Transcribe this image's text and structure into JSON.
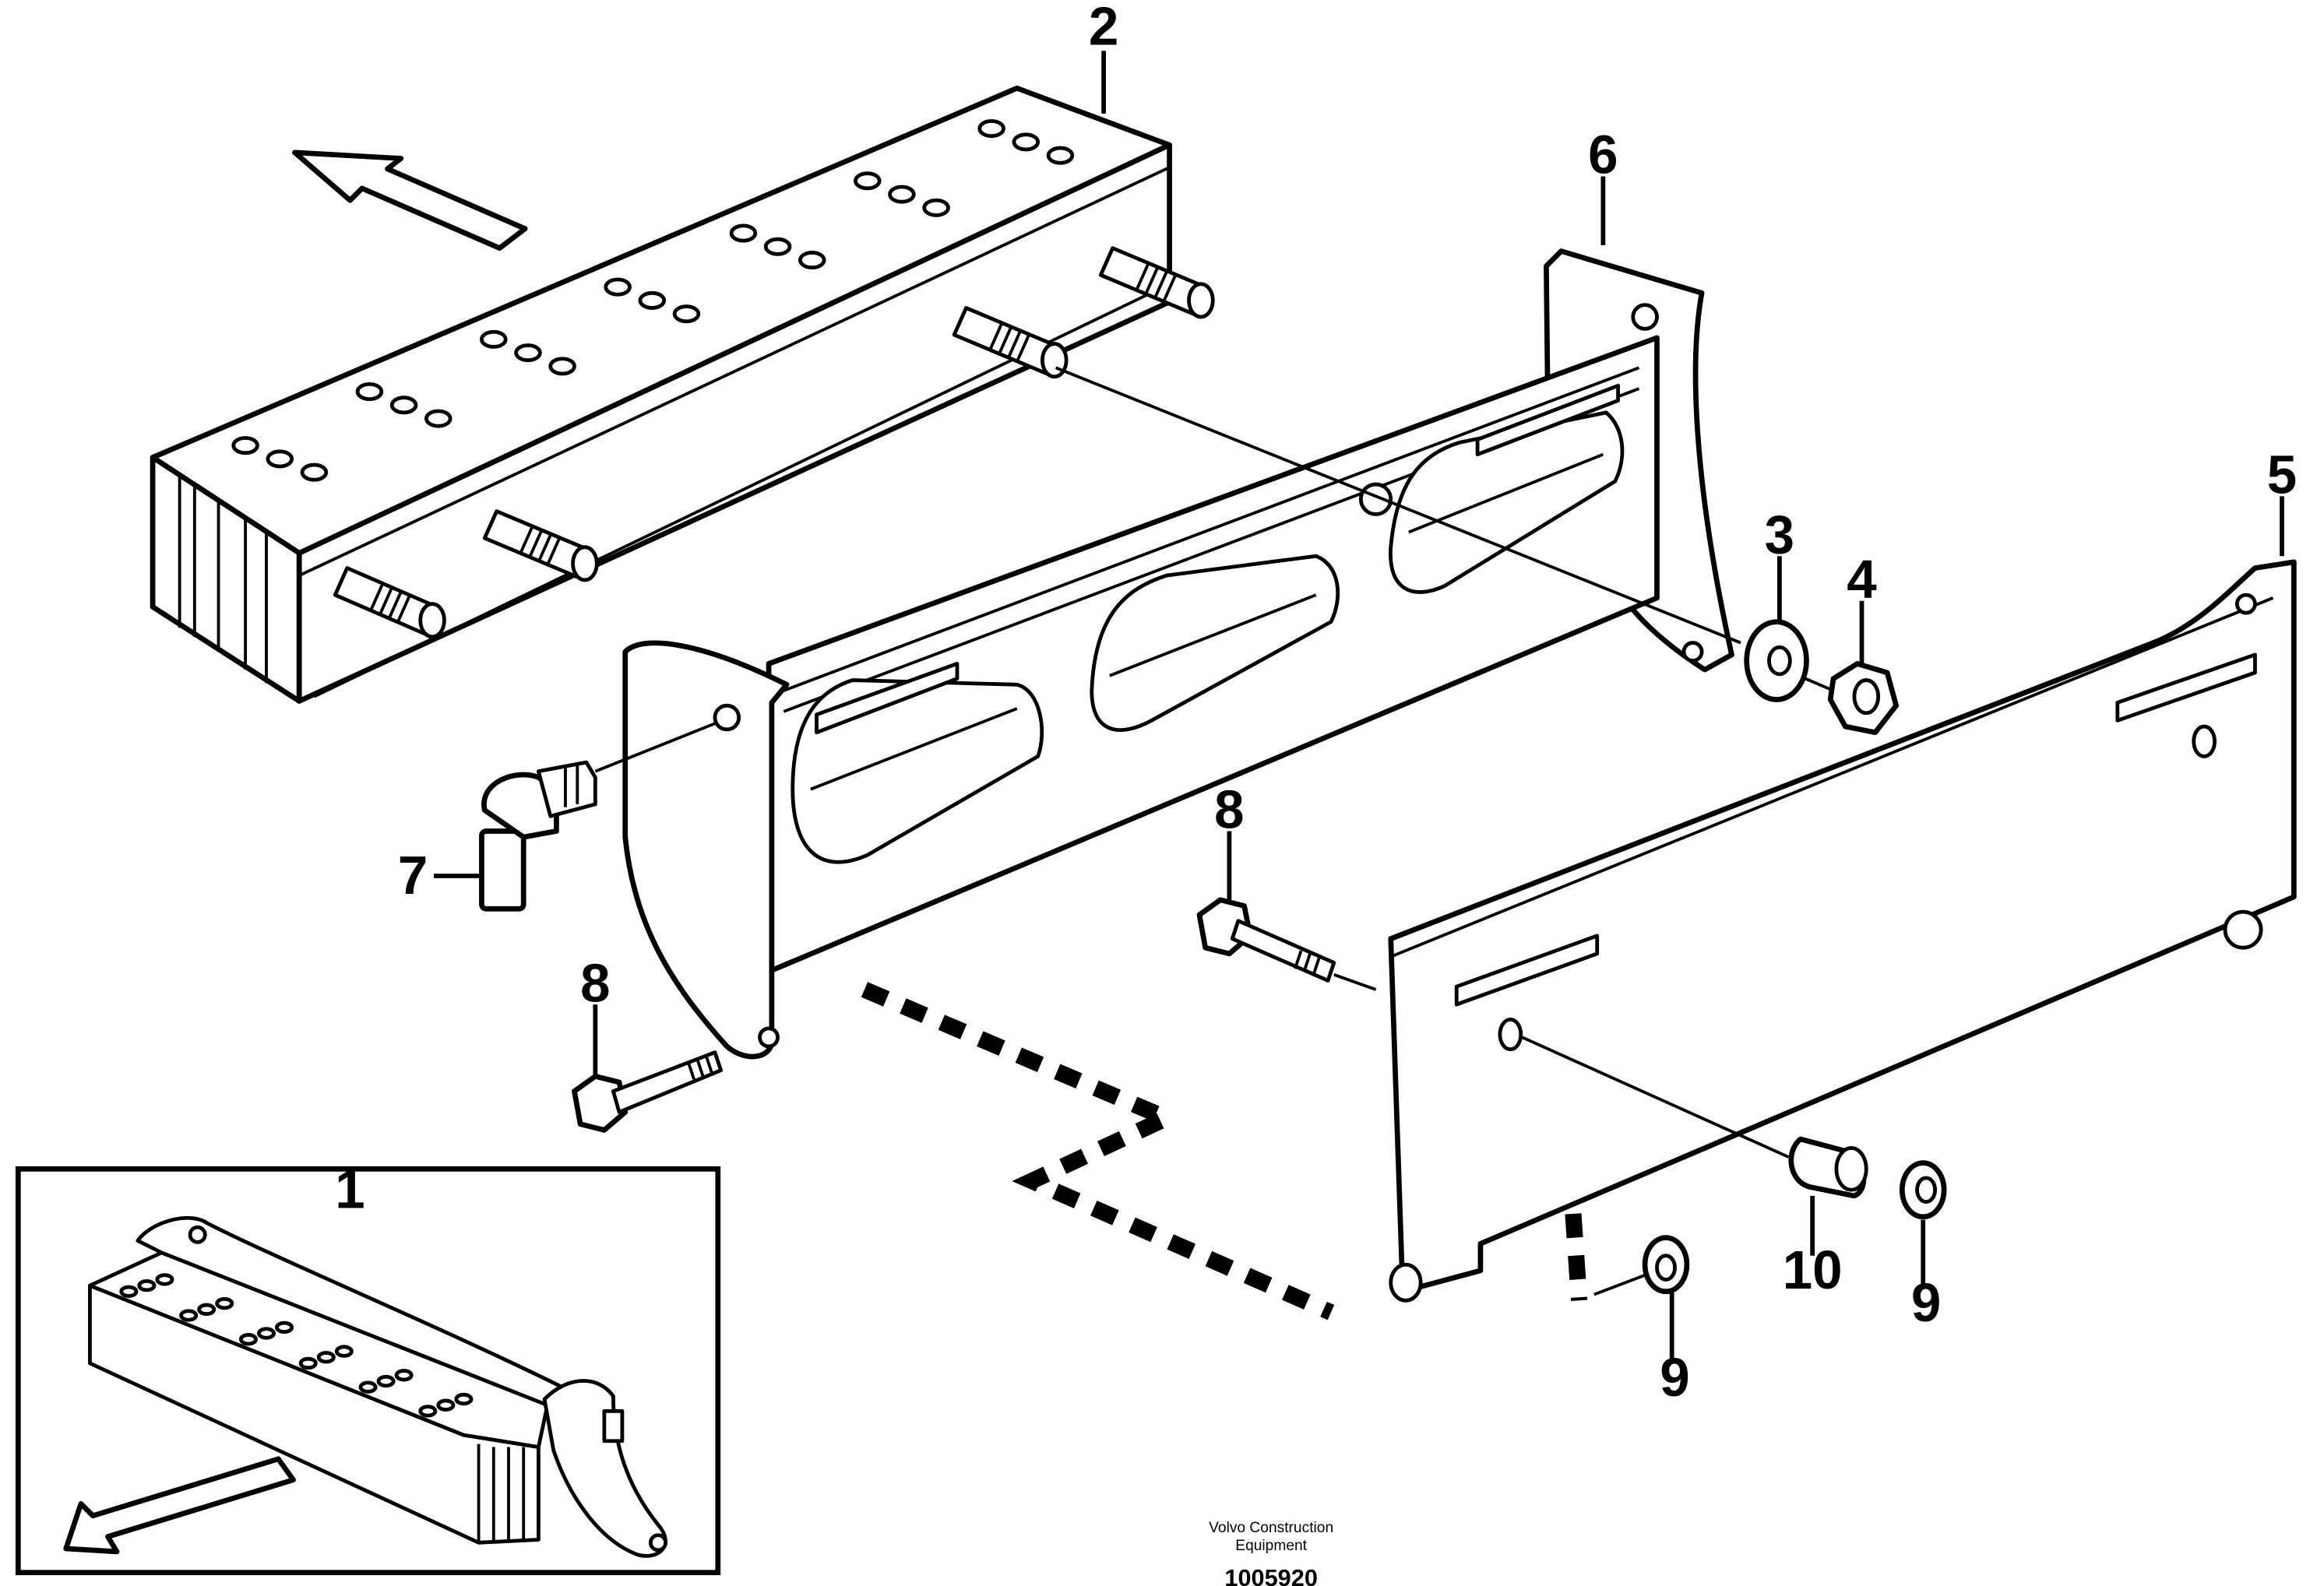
{
  "callouts": {
    "c1": "1",
    "c2": "2",
    "c3": "3",
    "c4": "4",
    "c5": "5",
    "c6": "6",
    "c7": "7",
    "c8a": "8",
    "c8b": "8",
    "c9a": "9",
    "c9b": "9",
    "c10": "10"
  },
  "footer": {
    "manufacturer_line1": "Volvo Construction",
    "manufacturer_line2": "Equipment",
    "document_number": "1005920"
  }
}
